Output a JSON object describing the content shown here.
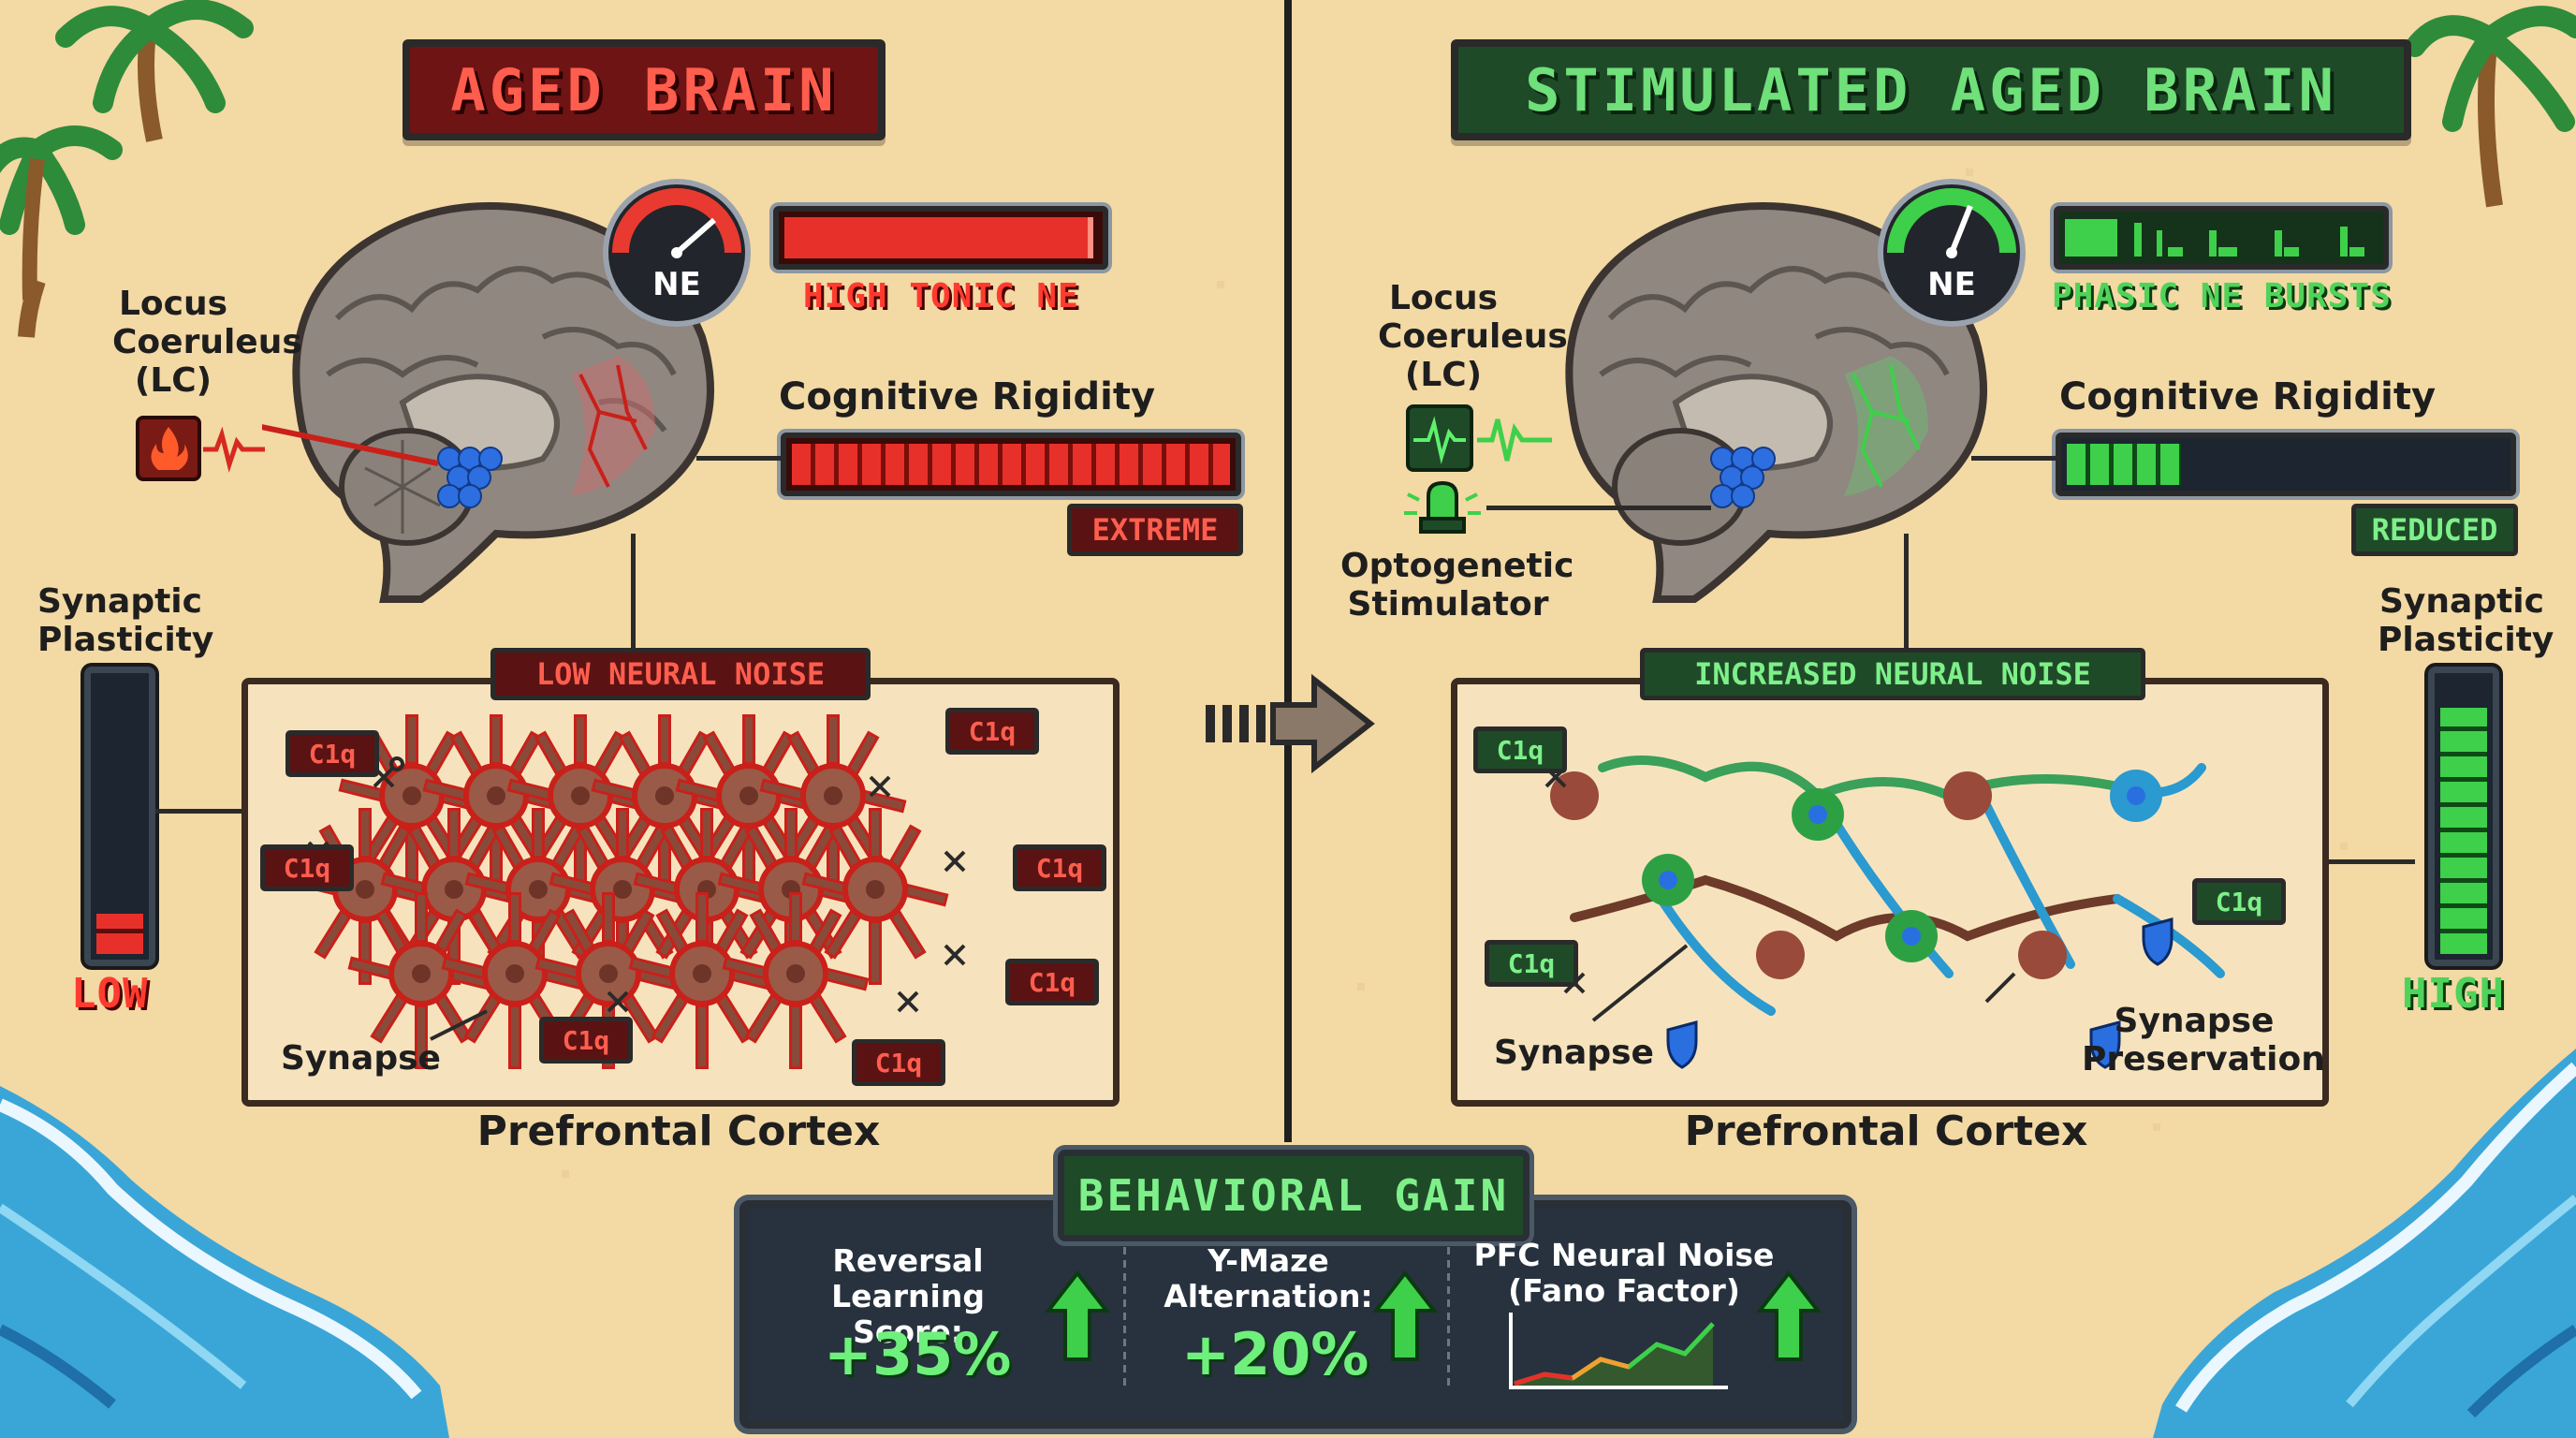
{
  "left": {
    "title": "AGED BRAIN",
    "lc_label": [
      "Locus",
      "Coeruleus",
      "(LC)"
    ],
    "gauge_label": "NE",
    "ne_state": "HIGH TONIC NE",
    "rigidity_label": "Cognitive Rigidity",
    "rigidity_state": "EXTREME",
    "rigidity_level": 1.0,
    "plasticity_label": [
      "Synaptic",
      "Plasticity"
    ],
    "plasticity_state": "LOW",
    "plasticity_level": 0.18,
    "noise_tag": "LOW NEURAL NOISE",
    "c1q": "C1q",
    "synapse_label": "Synapse",
    "region_label": "Prefrontal Cortex"
  },
  "right": {
    "title": "STIMULATED AGED BRAIN",
    "lc_label": [
      "Locus",
      "Coeruleus",
      "(LC)"
    ],
    "stimulator_label": [
      "Optogenetic",
      "Stimulator"
    ],
    "gauge_label": "NE",
    "ne_state": "PHASIC NE BURSTS",
    "rigidity_label": "Cognitive Rigidity",
    "rigidity_state": "REDUCED",
    "rigidity_level": 0.28,
    "plasticity_label": [
      "Synaptic",
      "Plasticity"
    ],
    "plasticity_state": "HIGH",
    "plasticity_level": 0.9,
    "noise_tag": "INCREASED NEURAL NOISE",
    "c1q": "C1q",
    "synapse_label": "Synapse",
    "preservation_label": [
      "Synapse",
      "Preservation"
    ],
    "region_label": "Prefrontal Cortex"
  },
  "gain": {
    "title": "BEHAVIORAL GAIN",
    "reversal_label": [
      "Reversal",
      "Learning Score:"
    ],
    "reversal_value": "+35%",
    "ymaze_label": [
      "Y-Maze",
      "Alternation:"
    ],
    "ymaze_value": "+20%",
    "noise_label": [
      "PFC Neural Noise",
      "(Fano Factor)"
    ]
  },
  "colors": {
    "sand": "#f3d9a4",
    "aged_red": "#ff3b30",
    "stim_green": "#4fd35a",
    "water": "#3aa6d8"
  }
}
